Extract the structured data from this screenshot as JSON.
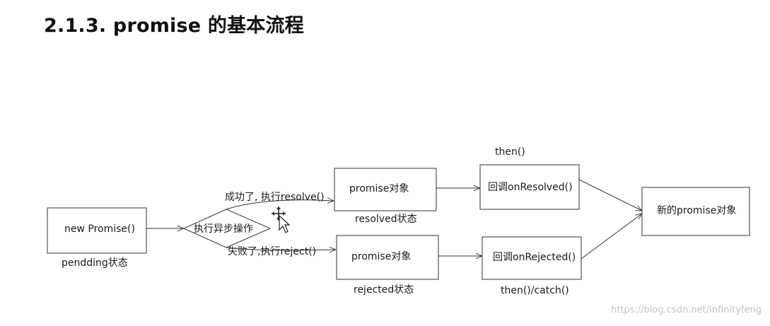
{
  "title": "2.1.3. promise 的基本流程",
  "nodes": {
    "new_promise": "new Promise()",
    "pending_state": "pendding状态",
    "async_op": "执行异步操作",
    "promise_obj_resolved": "promise对象",
    "resolved_state": "resolved状态",
    "promise_obj_rejected": "promise对象",
    "rejected_state": "rejected状态",
    "callback_resolved": "回调onResolved()",
    "then_label": "then()",
    "callback_rejected": "回调onRejected()",
    "then_catch_label": "then()/catch()",
    "new_promise_obj": "新的promise对象"
  },
  "edges": {
    "success": "成功了, 执行resolve()",
    "failure": "失败了,执行reject()"
  },
  "watermark": "https://blog.csdn.net/Infinityfeng"
}
